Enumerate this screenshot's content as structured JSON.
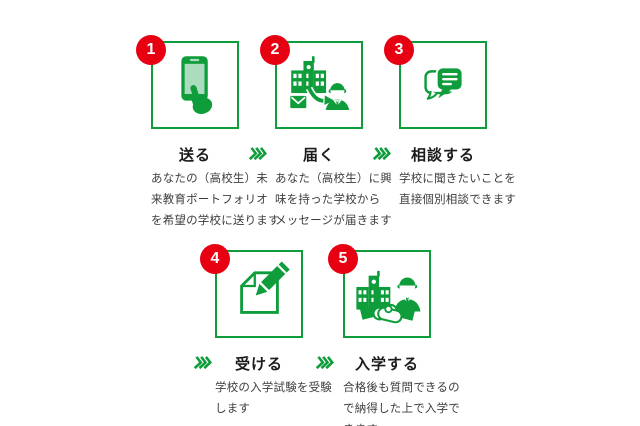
{
  "figure": {
    "type": "process-flow-infographic",
    "language": "ja",
    "background": "#ffffff"
  },
  "colors": {
    "green": "#0f9d3c",
    "light_green": "#abdcbd",
    "red": "#e60012",
    "title_text": "#1b1b1b",
    "body_text": "#3d3d3d"
  },
  "steps": [
    {
      "number": "1",
      "title": "送る",
      "description": "あなたの（高校生）未\n来教育ポートフォリオ\nを希望の学校に送ります",
      "icon": "smartphone-tap-icon"
    },
    {
      "number": "2",
      "title": "届く",
      "description": "あなた（高校生）に興\n味を持った学校から\nメッセージが届きます",
      "icon": "school-message-icon"
    },
    {
      "number": "3",
      "title": "相談する",
      "description": "学校に聞きたいことを\n直接個別相談できます",
      "icon": "chat-bubbles-icon"
    },
    {
      "number": "4",
      "title": "受ける",
      "description": "学校の入学試験を受験\nします",
      "icon": "exam-paper-pencil-icon"
    },
    {
      "number": "5",
      "title": "入学する",
      "description": "合格後も質問できるの\nで納得した上で入学で\nきます",
      "icon": "school-handshake-icon"
    }
  ],
  "connectors": {
    "symbol": "triple-chevron-right"
  }
}
